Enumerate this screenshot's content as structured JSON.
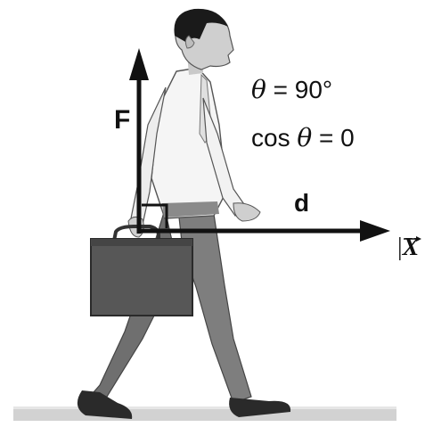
{
  "labels": {
    "force": "F",
    "displacement": "d",
    "angle_equation": {
      "symbol": "θ",
      "rest": " = 90°"
    },
    "cosine_equation": {
      "prefix": "cos ",
      "symbol": "θ",
      "rest": " = 0"
    },
    "axis_bar": "|",
    "axis_var": "X"
  },
  "colors": {
    "arrow": "#111111",
    "shirt": "#f4f4f4",
    "skin": "#cfcfcf",
    "hair": "#1a1a1a",
    "trousers": "#7a7a7a",
    "briefcase": "#555555",
    "shoes": "#2a2a2a",
    "floor": "#cfcfcf"
  },
  "icons": [
    "walking-man-figure",
    "briefcase-icon",
    "right-angle-marker"
  ]
}
